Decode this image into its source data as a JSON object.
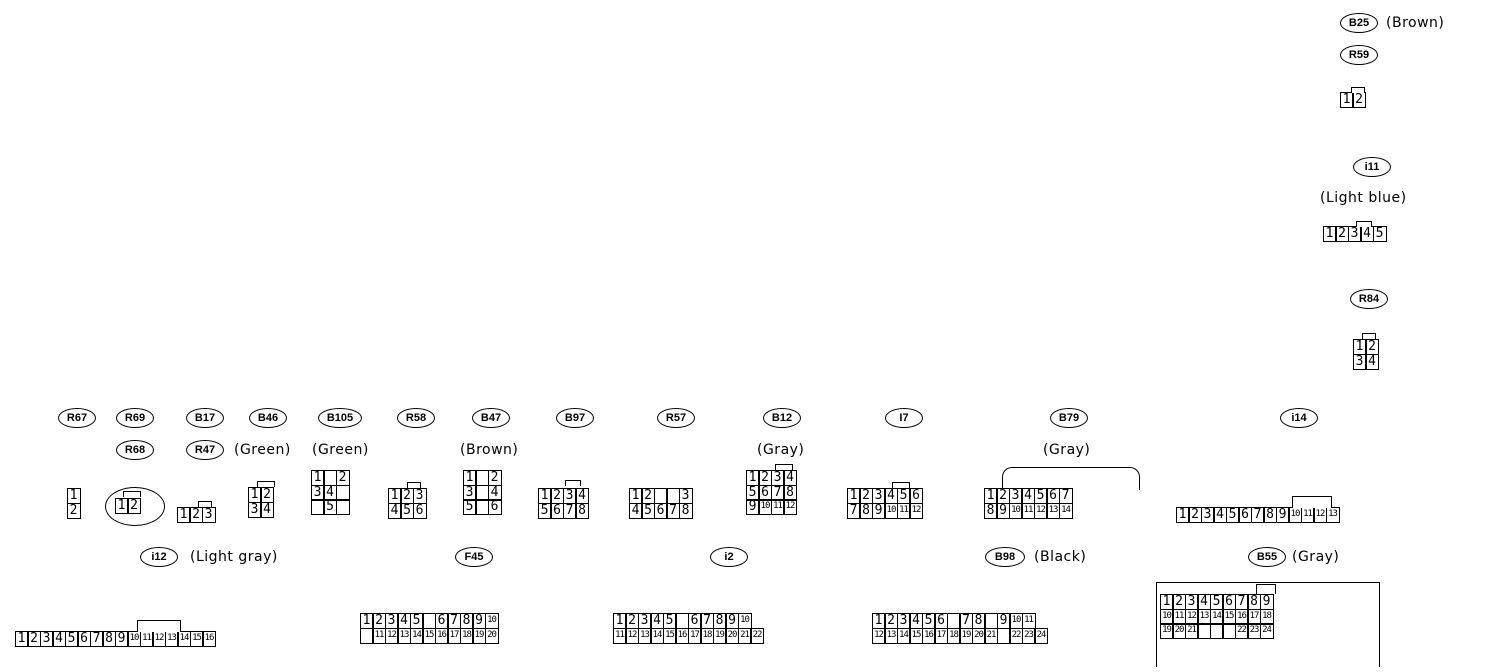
{
  "tags": [
    {
      "id": "B25",
      "text": "B25",
      "label": "(Brown)"
    },
    {
      "id": "R59",
      "text": "R59"
    },
    {
      "id": "i11",
      "text": "i11",
      "label": "(Light blue)"
    },
    {
      "id": "R84",
      "text": "R84"
    },
    {
      "id": "R67",
      "text": "R67"
    },
    {
      "id": "R69",
      "text": "R69"
    },
    {
      "id": "R68",
      "text": "R68"
    },
    {
      "id": "B17",
      "text": "B17"
    },
    {
      "id": "R47",
      "text": "R47",
      "label": "(Green)"
    },
    {
      "id": "B46",
      "text": "B46"
    },
    {
      "id": "B105",
      "text": "B105",
      "label": "(Green)"
    },
    {
      "id": "R58",
      "text": "R58"
    },
    {
      "id": "B47",
      "text": "B47",
      "label": "(Brown)"
    },
    {
      "id": "B97",
      "text": "B97"
    },
    {
      "id": "R57",
      "text": "R57"
    },
    {
      "id": "B12",
      "text": "B12",
      "label": "(Gray)"
    },
    {
      "id": "I7",
      "text": "I7"
    },
    {
      "id": "B79",
      "text": "B79",
      "label": "(Gray)"
    },
    {
      "id": "i14",
      "text": "i14"
    },
    {
      "id": "i12",
      "text": "i12",
      "label": "(Light gray)"
    },
    {
      "id": "F45",
      "text": "F45"
    },
    {
      "id": "i2",
      "text": "i2"
    },
    {
      "id": "B98",
      "text": "B98",
      "label": "(Black)"
    },
    {
      "id": "B55",
      "text": "B55",
      "label": "(Gray)"
    }
  ],
  "connectors": {
    "r59": [
      [
        "1",
        "2"
      ]
    ],
    "i11": [
      [
        "1",
        "2",
        "3",
        "4",
        "5"
      ]
    ],
    "r84": [
      [
        "1",
        "2"
      ],
      [
        "3",
        "4"
      ]
    ],
    "r67": [
      [
        "1"
      ],
      [
        "2"
      ]
    ],
    "r69": [
      [
        "1",
        "2"
      ]
    ],
    "b17": [
      [
        "1",
        "2",
        "3"
      ]
    ],
    "b46": [
      [
        "1",
        "2"
      ],
      [
        "3",
        "4"
      ]
    ],
    "b105": [
      [
        "1",
        "",
        "2"
      ],
      [
        "3",
        "4",
        ""
      ],
      [
        "",
        "5",
        ""
      ]
    ],
    "r58": [
      [
        "1",
        "2",
        "3"
      ],
      [
        "4",
        "5",
        "6"
      ]
    ],
    "b47": [
      [
        "1",
        "",
        "2"
      ],
      [
        "3",
        "",
        "4"
      ],
      [
        "5",
        "",
        "6"
      ]
    ],
    "b97": [
      [
        "1",
        "2",
        "3",
        "4"
      ],
      [
        "5",
        "6",
        "7",
        "8"
      ]
    ],
    "r57": [
      [
        "1",
        "2",
        "",
        "",
        "3"
      ],
      [
        "4",
        "5",
        "6",
        "7",
        "8"
      ]
    ],
    "b12": [
      [
        "1",
        "2",
        "3",
        "4"
      ],
      [
        "5",
        "6",
        "7",
        "8"
      ],
      [
        "9",
        "10",
        "11",
        "12"
      ]
    ],
    "i7": [
      [
        "1",
        "2",
        "3",
        "4",
        "5",
        "6"
      ],
      [
        "7",
        "8",
        "9",
        "10",
        "11",
        "12"
      ]
    ],
    "b79": [
      [
        "1",
        "2",
        "3",
        "4",
        "5",
        "6",
        "7"
      ],
      [
        "8",
        "9",
        "10",
        "11",
        "12",
        "13",
        "14"
      ]
    ],
    "i14": [
      [
        "1",
        "2",
        "3",
        "4",
        "5",
        "6",
        "7",
        "8",
        "9",
        "10",
        "11",
        "12",
        "13"
      ]
    ],
    "i12": [
      [
        "1",
        "2",
        "3",
        "4",
        "5",
        "6",
        "7",
        "8",
        "9",
        "10",
        "11",
        "12",
        "13",
        "14",
        "15",
        "16"
      ]
    ],
    "f45": [
      [
        "1",
        "2",
        "3",
        "4",
        "5",
        "",
        "6",
        "7",
        "8",
        "9",
        "10"
      ],
      [
        "",
        "11",
        "12",
        "13",
        "14",
        "15",
        "16",
        "17",
        "18",
        "19",
        "20"
      ]
    ],
    "i2": [
      [
        "1",
        "2",
        "3",
        "4",
        "5",
        "",
        "6",
        "7",
        "8",
        "9",
        "10"
      ],
      [
        "11",
        "12",
        "13",
        "14",
        "15",
        "16",
        "17",
        "18",
        "19",
        "20",
        "21",
        "22"
      ]
    ],
    "b98": [
      [
        "1",
        "2",
        "3",
        "4",
        "5",
        "6",
        "",
        "7",
        "8",
        "",
        "9",
        "10",
        "11"
      ],
      [
        "12",
        "13",
        "14",
        "15",
        "16",
        "17",
        "18",
        "19",
        "20",
        "21",
        "",
        "22",
        "23",
        "24"
      ]
    ],
    "b55": [
      [
        "1",
        "2",
        "3",
        "4",
        "5",
        "6",
        "7",
        "8",
        "9"
      ],
      [
        "10",
        "11",
        "12",
        "13",
        "14",
        "15",
        "16",
        "17",
        "18"
      ],
      [
        "19",
        "20",
        "21",
        "",
        "",
        "",
        "22",
        "23",
        "24"
      ]
    ]
  }
}
